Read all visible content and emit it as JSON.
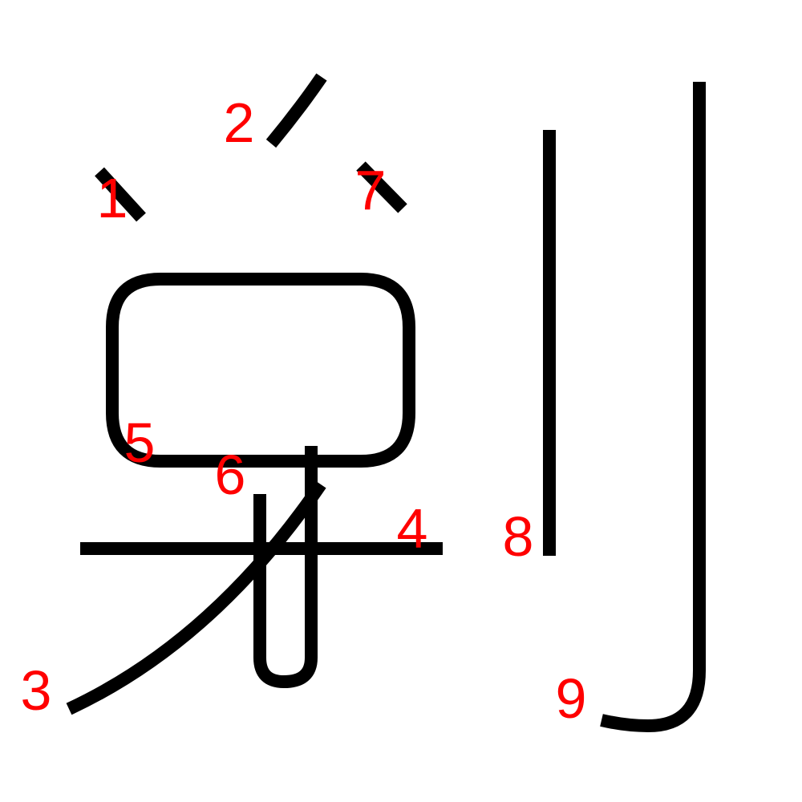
{
  "diagram": {
    "stroke_color": "#000000",
    "label_color": "#ff0000",
    "labels": {
      "s1": "1",
      "s2": "2",
      "s3": "3",
      "s4": "4",
      "s5": "5",
      "s6": "6",
      "s7": "7",
      "s8": "8",
      "s9": "9"
    }
  }
}
